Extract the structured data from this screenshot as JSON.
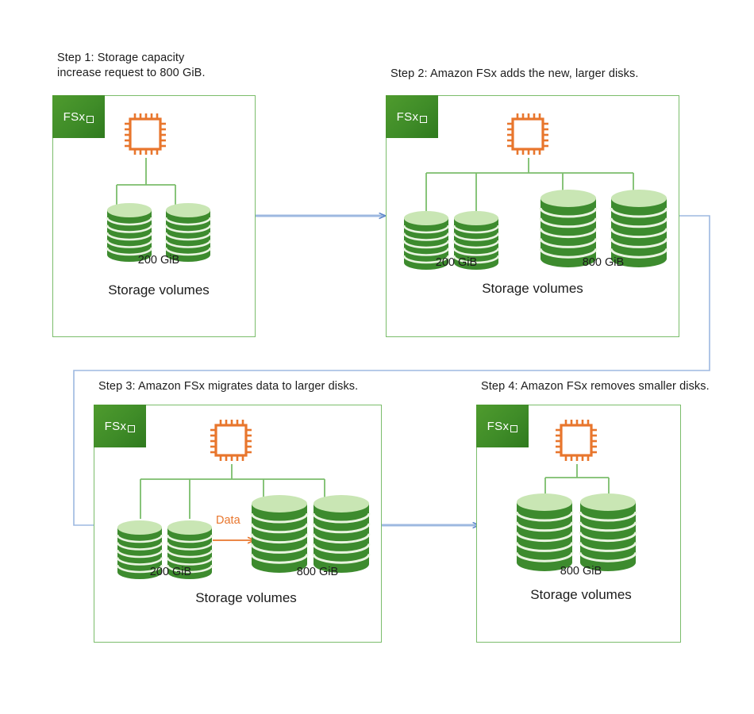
{
  "diagram": {
    "title": "Amazon FSx storage capacity increase process",
    "colors": {
      "box_border": "#7bbd6b",
      "badge_green": "#3f8c28",
      "disk_body": "#3d8b2e",
      "disk_top": "#c9e6b4",
      "chip_orange": "#e8762d",
      "connector_blue": "#7a9fd4",
      "connector_green": "#7bbd6b",
      "text": "#1c1c1c"
    }
  },
  "steps": [
    {
      "id": "step-1",
      "title": "Step 1: Storage capacity\nincrease request to 800 GiB.",
      "badge": "FSx",
      "chip": "chip-icon",
      "volumes_label": "Storage volumes",
      "groups": [
        {
          "capacity": "200 GiB",
          "disk_count": 2,
          "size": "small"
        }
      ]
    },
    {
      "id": "step-2",
      "title": "Step 2: Amazon FSx adds the new, larger disks.",
      "badge": "FSx",
      "chip": "chip-icon",
      "volumes_label": "Storage volumes",
      "groups": [
        {
          "capacity": "200 GiB",
          "disk_count": 2,
          "size": "small"
        },
        {
          "capacity": "800 GiB",
          "disk_count": 2,
          "size": "large"
        }
      ]
    },
    {
      "id": "step-3",
      "title": "Step 3: Amazon FSx migrates data to larger disks.",
      "badge": "FSx",
      "chip": "chip-icon",
      "volumes_label": "Storage volumes",
      "migration_label": "Data",
      "groups": [
        {
          "capacity": "200 GiB",
          "disk_count": 2,
          "size": "small"
        },
        {
          "capacity": "800 GiB",
          "disk_count": 2,
          "size": "large"
        }
      ]
    },
    {
      "id": "step-4",
      "title": "Step 4: Amazon FSx removes  smaller disks.",
      "badge": "FSx",
      "chip": "chip-icon",
      "volumes_label": "Storage volumes",
      "groups": [
        {
          "capacity": "800 GiB",
          "disk_count": 2,
          "size": "large"
        }
      ]
    }
  ],
  "flow": {
    "arrows": [
      {
        "name": "arrow-step1-to-step2",
        "from": "step-1",
        "to": "step-2"
      },
      {
        "name": "arrow-step2-to-step3",
        "from": "step-2",
        "to": "step-3"
      },
      {
        "name": "arrow-step3-to-step4",
        "from": "step-3",
        "to": "step-4"
      }
    ]
  }
}
